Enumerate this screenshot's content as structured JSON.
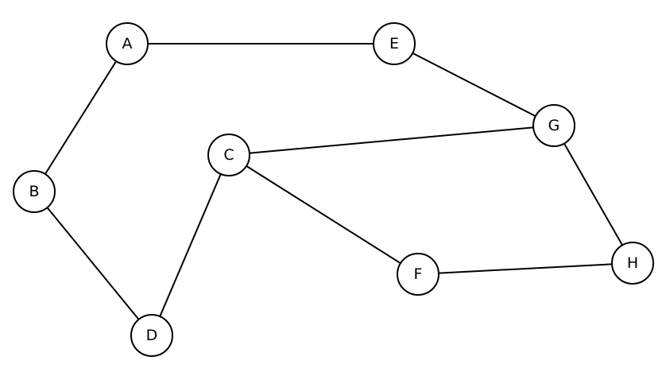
{
  "graph": {
    "nodes": [
      {
        "id": "A",
        "label": "A"
      },
      {
        "id": "B",
        "label": "B"
      },
      {
        "id": "C",
        "label": "C"
      },
      {
        "id": "D",
        "label": "D"
      },
      {
        "id": "E",
        "label": "E"
      },
      {
        "id": "F",
        "label": "F"
      },
      {
        "id": "G",
        "label": "G"
      },
      {
        "id": "H",
        "label": "H"
      }
    ],
    "edges": [
      {
        "from": "A",
        "to": "E"
      },
      {
        "from": "A",
        "to": "B"
      },
      {
        "from": "B",
        "to": "D"
      },
      {
        "from": "D",
        "to": "C"
      },
      {
        "from": "C",
        "to": "G"
      },
      {
        "from": "C",
        "to": "F"
      },
      {
        "from": "E",
        "to": "G"
      },
      {
        "from": "G",
        "to": "H"
      },
      {
        "from": "F",
        "to": "H"
      }
    ],
    "colors": {
      "stroke": "#000000",
      "fill": "#ffffff",
      "text": "#000000"
    }
  }
}
